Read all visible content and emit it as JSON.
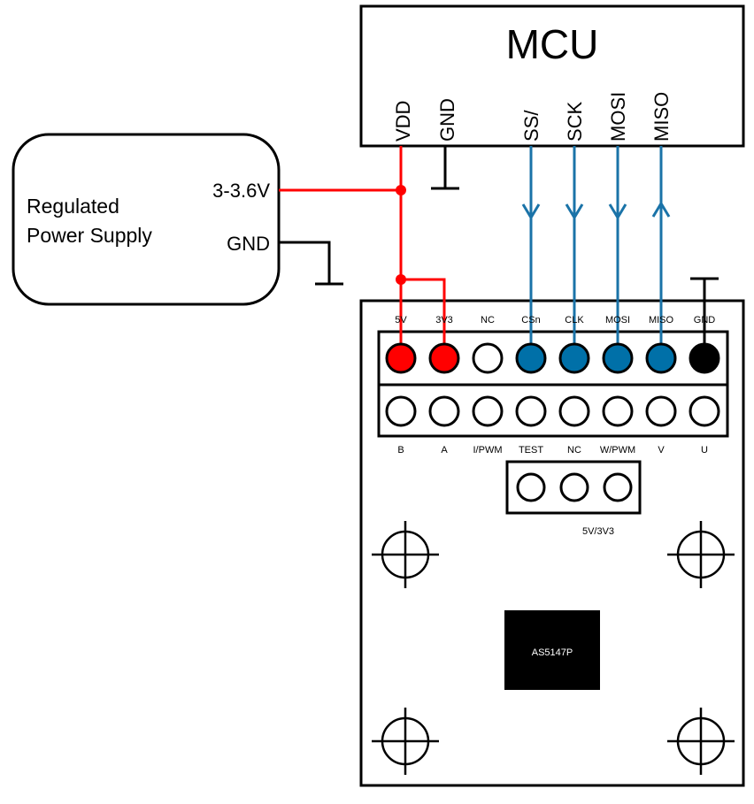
{
  "mcu": {
    "title": "MCU",
    "pins": [
      "VDD",
      "GND",
      "SS/",
      "SCK",
      "MOSI",
      "MISO"
    ]
  },
  "power_supply": {
    "label_line1": "Regulated",
    "label_line2": "Power Supply",
    "out_label": "3-3.6V",
    "gnd_label": "GND"
  },
  "board": {
    "top_row_labels": [
      "5V",
      "3V3",
      "NC",
      "CSn",
      "CLK",
      "MOSI",
      "MISO",
      "GND"
    ],
    "top_row_colors": [
      "#ff0000",
      "#ff0000",
      "#ffffff",
      "#0070a8",
      "#0070a8",
      "#0070a8",
      "#0070a8",
      "#000000"
    ],
    "bottom_row_labels": [
      "B",
      "A",
      "I/PWM",
      "TEST",
      "NC",
      "W/PWM",
      "V",
      "U"
    ],
    "jumper_label": "5V/3V3",
    "chip_label": "AS5147P"
  },
  "colors": {
    "power": "#ff0000",
    "spi": "#1a73a8",
    "ground": "#000000"
  }
}
